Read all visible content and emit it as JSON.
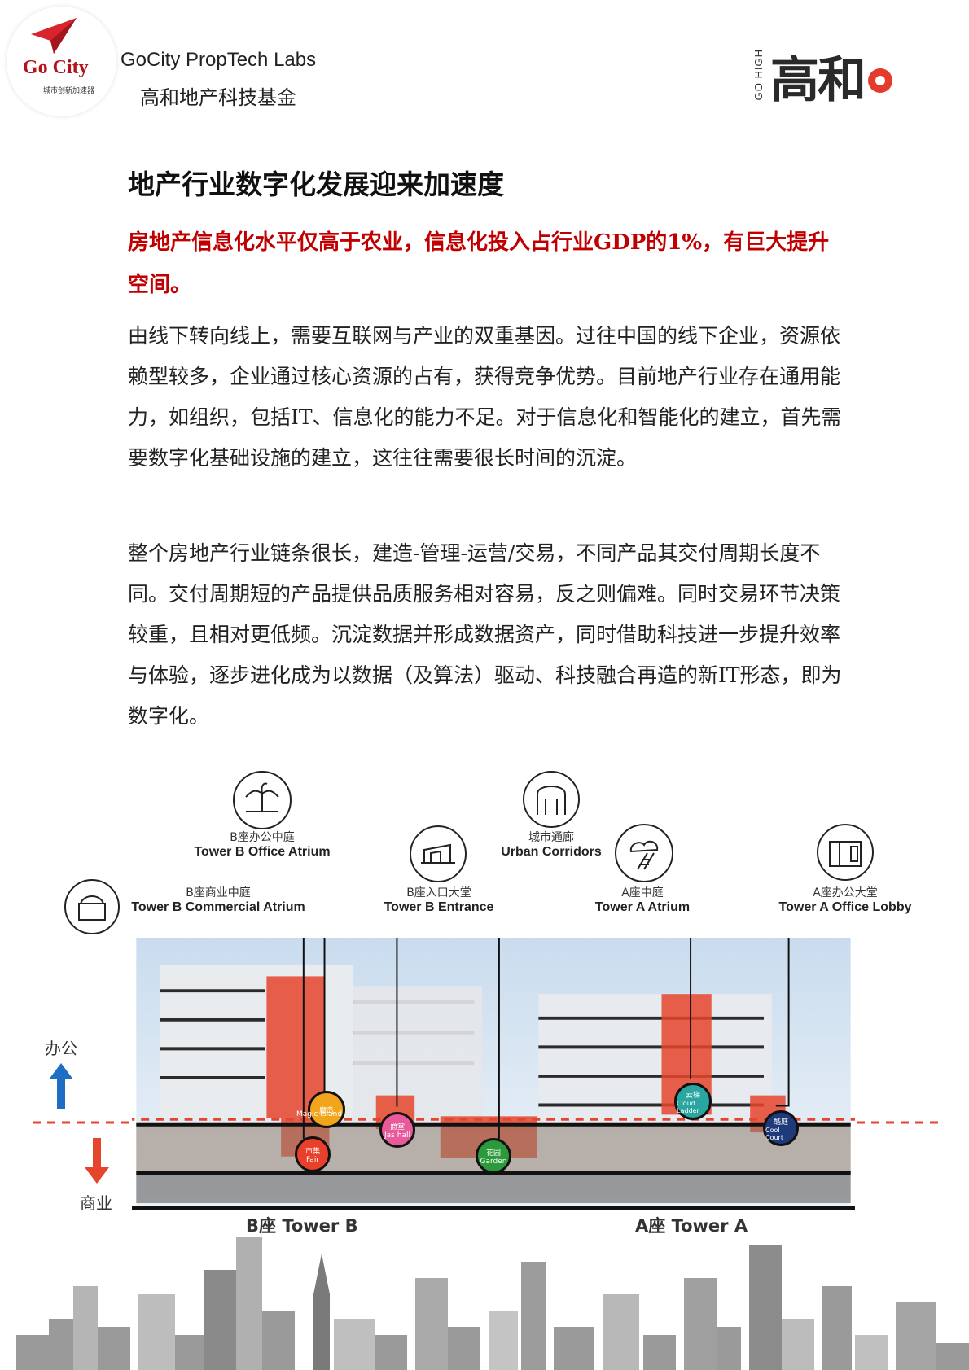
{
  "header": {
    "left_logo_text": "Go City",
    "left_logo_sub": "城市创新加速器",
    "brand_en": "GoCity PropTech Labs",
    "brand_cn": "高和地产科技基金",
    "right_logo_small": "GO HIGH",
    "right_logo_big": "高和"
  },
  "article": {
    "title": "地产行业数字化发展迎来加速度",
    "highlight": "房地产信息化水平仅高于农业，信息化投入占行业GDP的1%，有巨大提升空间。",
    "para1": "由线下转向线上，需要互联网与产业的双重基因。过往中国的线下企业，资源依赖型较多，企业通过核心资源的占有，获得竞争优势。目前地产行业存在通用能力，如组织，包括IT、信息化的能力不足。对于信息化和智能化的建立，首先需要数字化基础设施的建立，这往往需要很长时间的沉淀。",
    "para2": "整个房地产行业链条很长，建造-管理-运营/交易，不同产品其交付周期长度不同。交付周期短的产品提供品质服务相对容易，反之则偏难。同时交易环节决策较重，且相对更低频。沉淀数据并形成数据资产，同时借助科技进一步提升效率与体验，逐步进化成为以数据（及算法）驱动、科技融合再造的新IT形态，即为数字化。"
  },
  "figure": {
    "labels": [
      {
        "cn": "B座办公中庭",
        "en": "Tower B Office Atrium"
      },
      {
        "cn": "B座商业中庭",
        "en": "Tower B Commercial Atrium"
      },
      {
        "cn": "B座入口大堂",
        "en": "Tower B Entrance"
      },
      {
        "cn": "城市通廊",
        "en": "Urban Corridors"
      },
      {
        "cn": "A座中庭",
        "en": "Tower A Atrium"
      },
      {
        "cn": "A座办公大堂",
        "en": "Tower A Office Lobby"
      }
    ],
    "markers": [
      {
        "cn": "魔岛",
        "en": "Magic Island",
        "color": "#f2a51a"
      },
      {
        "cn": "市集",
        "en": "Fair",
        "color": "#e8402a"
      },
      {
        "cn": "爵堂",
        "en": "Jas hall",
        "color": "#e85a9a"
      },
      {
        "cn": "花园",
        "en": "Garden",
        "color": "#2a9a3a"
      },
      {
        "cn": "云梯",
        "en": "Cloud Ladder",
        "color": "#2aa5a0"
      },
      {
        "cn": "酷庭",
        "en": "Cool Court",
        "color": "#1e3a7a"
      }
    ],
    "side_up": "办公",
    "side_down": "商业",
    "tower_b": "B座 Tower B",
    "tower_a": "A座 Tower A"
  }
}
